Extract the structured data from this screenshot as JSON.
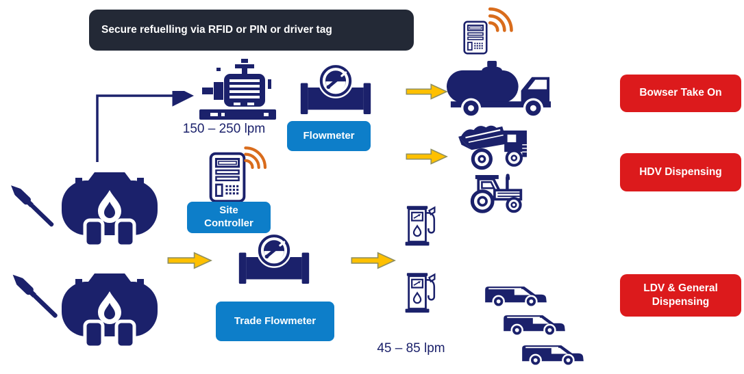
{
  "colors": {
    "navy": "#1b216b",
    "header_bg": "#232936",
    "button_blue": "#0d7ec9",
    "label_red": "#dc1a1c",
    "signal_orange": "#d96c1c",
    "arrow_yellow": "#ffc000",
    "arrow_outline": "#8f8f5f",
    "text_white": "#ffffff"
  },
  "diagram": {
    "header": {
      "title": "Secure refuelling via RFID or PIN or driver tag"
    },
    "flow_labels": {
      "transfer_pump_rate": "150 – 250 lpm",
      "dispense_rate": "45 – 85 lpm"
    },
    "component_labels": {
      "flowmeter": "Flowmeter",
      "site_controller": "Site Controller",
      "trade_flowmeter": "Trade Flowmeter"
    },
    "outputs": [
      {
        "label": "Bowser Take On"
      },
      {
        "label": "HDV Dispensing"
      },
      {
        "label": "LDV & General Dispensing"
      }
    ],
    "icons": [
      "fuel-tank-icon",
      "dipstick-icon",
      "transfer-pump-icon",
      "flowmeter-icon",
      "site-controller-icon",
      "rfid-signal-icon",
      "rfid-terminal-icon",
      "tanker-truck-icon",
      "dump-truck-icon",
      "tractor-icon",
      "fuel-dispenser-icon",
      "jeep-icon",
      "flow-arrow-icon",
      "connector-arrow"
    ]
  }
}
